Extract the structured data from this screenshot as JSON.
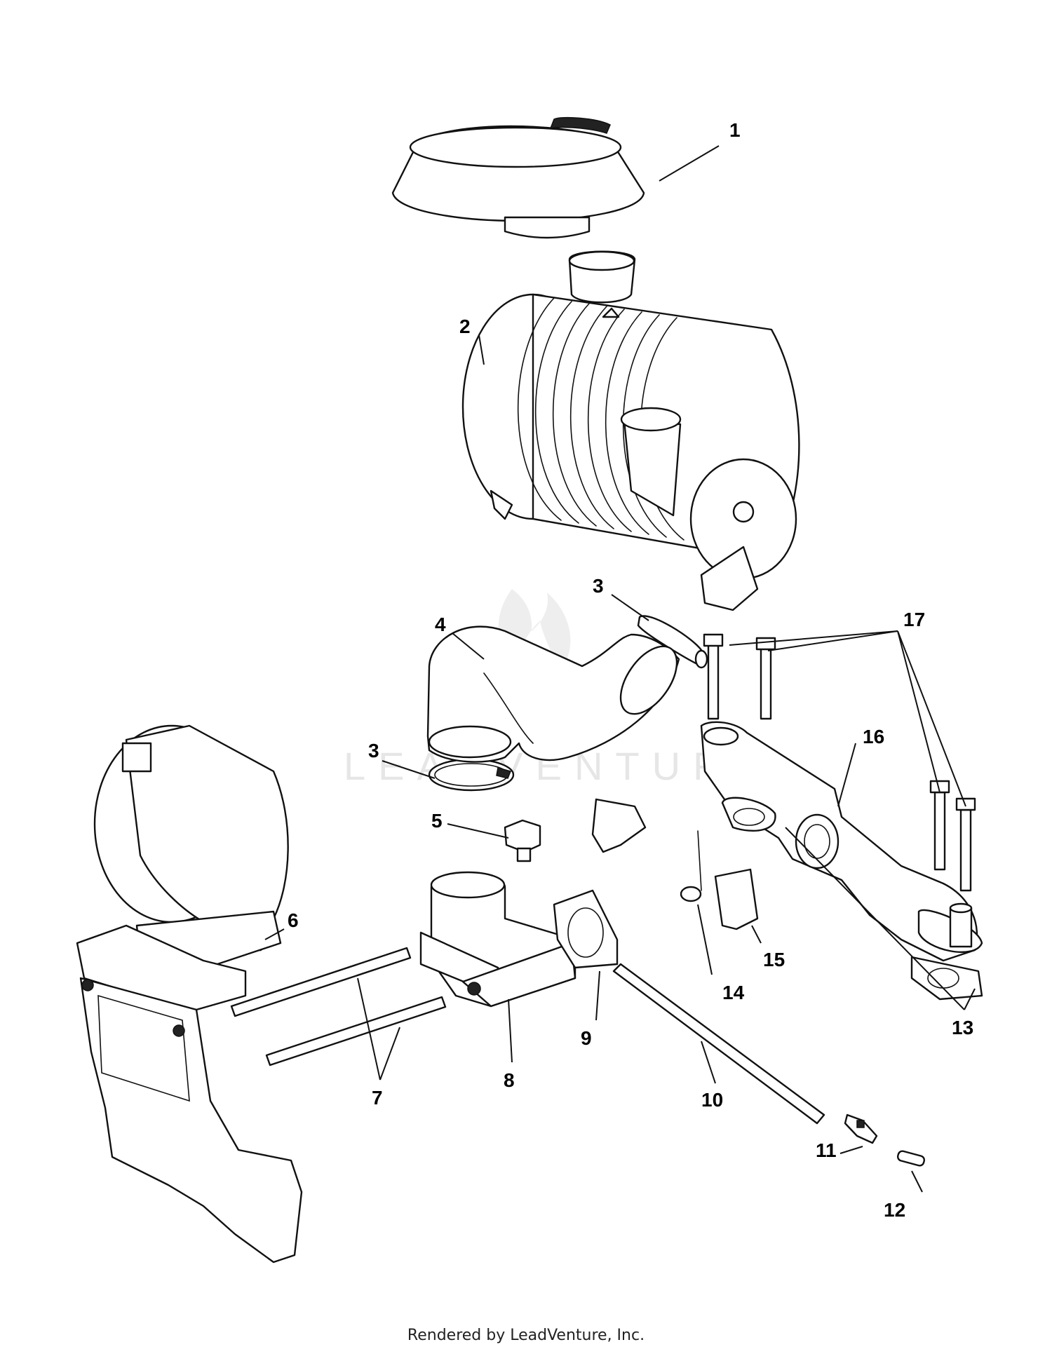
{
  "diagram": {
    "callouts": [
      {
        "id": "1",
        "label": "1"
      },
      {
        "id": "2",
        "label": "2"
      },
      {
        "id": "3a",
        "label": "3"
      },
      {
        "id": "3b",
        "label": "3"
      },
      {
        "id": "4",
        "label": "4"
      },
      {
        "id": "5",
        "label": "5"
      },
      {
        "id": "6",
        "label": "6"
      },
      {
        "id": "7",
        "label": "7"
      },
      {
        "id": "8",
        "label": "8"
      },
      {
        "id": "9",
        "label": "9"
      },
      {
        "id": "10",
        "label": "10"
      },
      {
        "id": "11",
        "label": "11"
      },
      {
        "id": "12",
        "label": "12"
      },
      {
        "id": "13",
        "label": "13"
      },
      {
        "id": "14",
        "label": "14"
      },
      {
        "id": "15",
        "label": "15"
      },
      {
        "id": "16",
        "label": "16"
      },
      {
        "id": "17",
        "label": "17"
      }
    ],
    "watermark": "LEADVENTURE",
    "line_color": "#111111",
    "watermark_color": "#e6e6e6"
  },
  "footer": {
    "text": "Rendered by LeadVenture, Inc."
  }
}
